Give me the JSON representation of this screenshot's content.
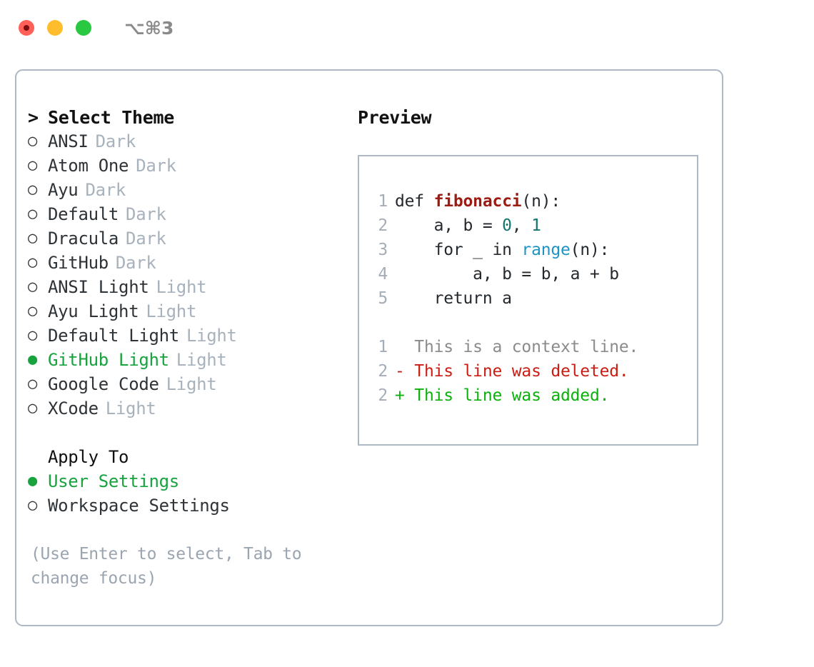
{
  "titlebar": {
    "shortcut": "⌥⌘3",
    "buttons": [
      "close",
      "minimize",
      "maximize"
    ]
  },
  "left": {
    "header": {
      "caret": ">",
      "title": "Select Theme"
    },
    "themes": [
      {
        "bullet": "○",
        "name": "ANSI",
        "variant": "Dark",
        "selected": false
      },
      {
        "bullet": "○",
        "name": "Atom One",
        "variant": "Dark",
        "selected": false
      },
      {
        "bullet": "○",
        "name": "Ayu",
        "variant": "Dark",
        "selected": false
      },
      {
        "bullet": "○",
        "name": "Default",
        "variant": "Dark",
        "selected": false
      },
      {
        "bullet": "○",
        "name": "Dracula",
        "variant": "Dark",
        "selected": false
      },
      {
        "bullet": "○",
        "name": "GitHub",
        "variant": "Dark",
        "selected": false
      },
      {
        "bullet": "○",
        "name": "ANSI Light",
        "variant": "Light",
        "selected": false
      },
      {
        "bullet": "○",
        "name": "Ayu Light",
        "variant": "Light",
        "selected": false
      },
      {
        "bullet": "○",
        "name": "Default Light",
        "variant": "Light",
        "selected": false
      },
      {
        "bullet": "●",
        "name": "GitHub Light",
        "variant": "Light",
        "selected": true
      },
      {
        "bullet": "○",
        "name": "Google Code",
        "variant": "Light",
        "selected": false
      },
      {
        "bullet": "○",
        "name": "XCode",
        "variant": "Light",
        "selected": false
      }
    ],
    "apply_to": {
      "title": "Apply To",
      "options": [
        {
          "bullet": "●",
          "label": "User Settings",
          "selected": true
        },
        {
          "bullet": "○",
          "label": "Workspace Settings",
          "selected": false
        }
      ]
    },
    "hint": "(Use Enter to select, Tab to change focus)"
  },
  "right": {
    "title": "Preview",
    "code_lines": [
      {
        "no": "1",
        "parts": [
          {
            "text": "def ",
            "style": "plain"
          },
          {
            "text": "fibonacci",
            "style": "fn"
          },
          {
            "text": "(n):",
            "style": "plain"
          }
        ]
      },
      {
        "no": "2",
        "parts": [
          {
            "text": "    a, b = ",
            "style": "plain"
          },
          {
            "text": "0",
            "style": "num"
          },
          {
            "text": ", ",
            "style": "plain"
          },
          {
            "text": "1",
            "style": "num"
          }
        ]
      },
      {
        "no": "3",
        "parts": [
          {
            "text": "    for _ in ",
            "style": "plain"
          },
          {
            "text": "range",
            "style": "call"
          },
          {
            "text": "(n):",
            "style": "plain"
          }
        ]
      },
      {
        "no": "4",
        "parts": [
          {
            "text": "        a, b = b, a + b",
            "style": "plain"
          }
        ]
      },
      {
        "no": "5",
        "parts": [
          {
            "text": "    return a",
            "style": "plain"
          }
        ]
      }
    ],
    "diff_lines": [
      {
        "no": "1",
        "marker": "  ",
        "text": "This is a context line.",
        "kind": "ctx"
      },
      {
        "no": "2",
        "marker": "- ",
        "text": "This line was deleted.",
        "kind": "del"
      },
      {
        "no": "2",
        "marker": "+ ",
        "text": "This line was added.",
        "kind": "add"
      }
    ]
  },
  "colors": {
    "accent_green": "#18a33f",
    "diff_add": "#0cb10c",
    "diff_del": "#cc1d14",
    "muted": "#a8b2bd",
    "border": "#aeb8c4",
    "fn_name": "#9b1c12",
    "number": "#12776c",
    "call": "#1e94c4"
  }
}
